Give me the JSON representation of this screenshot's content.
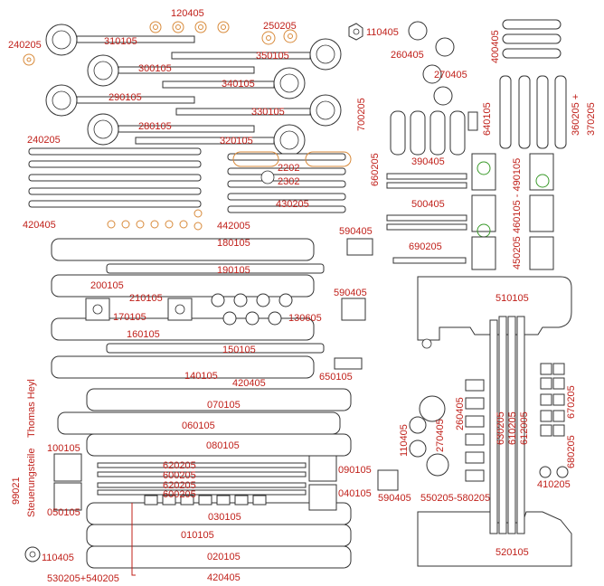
{
  "colors": {
    "label": "#c0201a",
    "outline": "#333333",
    "orange_part": "#d88a3a",
    "green_part": "#3a9a2a",
    "background": "#ffffff"
  },
  "labels": {
    "l120405": "120405",
    "l250205": "250205",
    "l110405_top": "110405",
    "l240205_top": "240205",
    "l310105": "310105",
    "l350105": "350105",
    "l300105": "300105",
    "l340105": "340105",
    "l290105": "290105",
    "l330105": "330105",
    "l280105": "280105",
    "l320105": "320105",
    "l240205_mid": "240205",
    "l260405_top": "260405",
    "l270405_top": "270405",
    "l400405": "400405",
    "l700205": "700205",
    "l640105": "640105",
    "l360205": "360205 +",
    "l370205": "370205",
    "l390405": "390405",
    "l660205": "660205",
    "l2202": "2202",
    "l2302": "2302",
    "l430205": "430205",
    "l420405_left": "420405",
    "l442005": "442005",
    "l500405": "500405",
    "l490105": "460105 - 490105",
    "l450205": "450205",
    "l590405_a": "590405",
    "l690205": "690205",
    "l180105": "180105",
    "l190105": "190105",
    "l200105": "200105",
    "l210105": "210105",
    "l590405_b": "590405",
    "l510105": "510105",
    "l170105": "170105",
    "l130605": "130605",
    "l160105": "160105",
    "l150105": "150105",
    "l140105": "140105",
    "l650105": "650105",
    "l420405_mid": "420405",
    "l070105": "070105",
    "l060105": "060105",
    "l080105": "080105",
    "l100105": "100105",
    "l090105": "090105",
    "l050105": "050105",
    "l040105": "040105",
    "l620205_a": "620205",
    "l600205_a": "600205",
    "l620205_b": "620205",
    "l600205_b": "600205",
    "l030105": "030105",
    "l010105": "010105",
    "l020105": "020105",
    "l110405_bot": "110405",
    "l530205": "530205+540205",
    "l420405_bot": "420405",
    "l590405_c": "590405",
    "l550205": "550205-580205",
    "l110405_right": "110405",
    "l270405_right": "270405",
    "l260405_right": "260405",
    "l630205": "630205",
    "l610205": "610205",
    "l612005": "612005",
    "l520105": "520105",
    "l410205": "410205",
    "l670205": "670205",
    "l680205": "680205",
    "author": "Thomas Heyl",
    "number": "99021",
    "title": "Steuerungsteile"
  }
}
